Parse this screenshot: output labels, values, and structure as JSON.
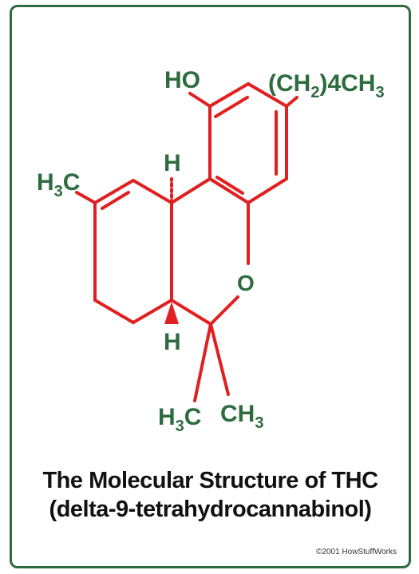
{
  "diagram": {
    "title_line1": "The Molecular Structure of THC",
    "title_line2": "(delta-9-tetrahydrocannabinol)",
    "copyright": "©2001 HowStuffWorks",
    "colors": {
      "bonds": "#e02020",
      "atoms": "#2e6b3f",
      "frame": "#2e6b3f",
      "text": "#111111"
    },
    "labels": {
      "hydroxyl": "HO",
      "pentyl_open": "(CH",
      "pentyl_sub": "2",
      "pentyl_mid": ")",
      "pentyl_four": "4",
      "pentyl_end": "CH",
      "pentyl_sub3": "3",
      "methyl_left_h": "H",
      "methyl_left_sub": "3",
      "methyl_left_c": "C",
      "h_top": "H",
      "h_bottom": "H",
      "oxygen": "O",
      "methyl_bl_h": "H",
      "methyl_bl_sub": "3",
      "methyl_bl_c": "C",
      "methyl_br_c": "CH",
      "methyl_br_sub": "3"
    }
  }
}
